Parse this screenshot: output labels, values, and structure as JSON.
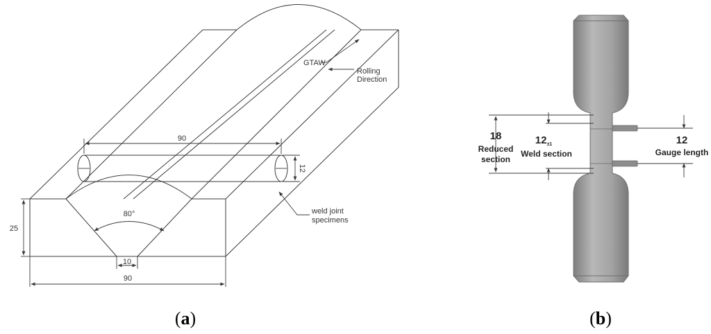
{
  "panel_a": {
    "labels": {
      "gtaw": "GTAW",
      "rolling_direction_1": "Rolling",
      "rolling_direction_2": "Direction",
      "specimen_length": "90",
      "specimen_diameter": "12",
      "groove_angle": "80°",
      "thickness": "25",
      "root_gap": "10",
      "plate_width": "90",
      "weld_joint_1": "weld joint",
      "weld_joint_2": "specimens"
    },
    "caption_letter": "a"
  },
  "panel_b": {
    "labels": {
      "reduced_value": "18",
      "reduced_1": "Reduced",
      "reduced_2": "section",
      "weld_value": "12",
      "weld_sub": "±1",
      "weld_text": "Weld section",
      "gauge_value": "12",
      "gauge_text": "Gauge length"
    },
    "caption_letter": "b"
  },
  "colors": {
    "line": "#3a3a3a",
    "specimen_fill": "#a9a9a9",
    "specimen_dark": "#8c8c8c"
  }
}
